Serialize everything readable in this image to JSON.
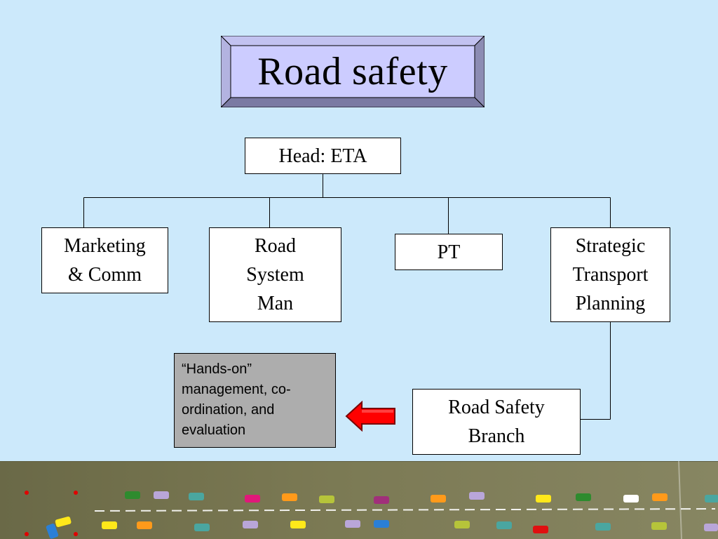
{
  "title": "Road safety",
  "head": {
    "label": "Head: ETA"
  },
  "departments": [
    {
      "label": "Marketing\n& Comm"
    },
    {
      "label": "Road\nSystem\nMan"
    },
    {
      "label": "PT"
    },
    {
      "label": "Strategic\nTransport\nPlanning"
    }
  ],
  "branch": {
    "label": "Road Safety\nBranch"
  },
  "note": {
    "text": "“Hands-on”\nmanagement, co-\nordination, and\nevaluation"
  },
  "colors": {
    "background": "#cce9fb",
    "plaque_face": "#ccccff",
    "plaque_bevel": "#a3a3cc",
    "arrow_fill": "#ff0000",
    "note_fill": "#adadad",
    "road": "#7f7f58"
  },
  "icons": [
    "left-arrow-icon",
    "car-icon"
  ]
}
